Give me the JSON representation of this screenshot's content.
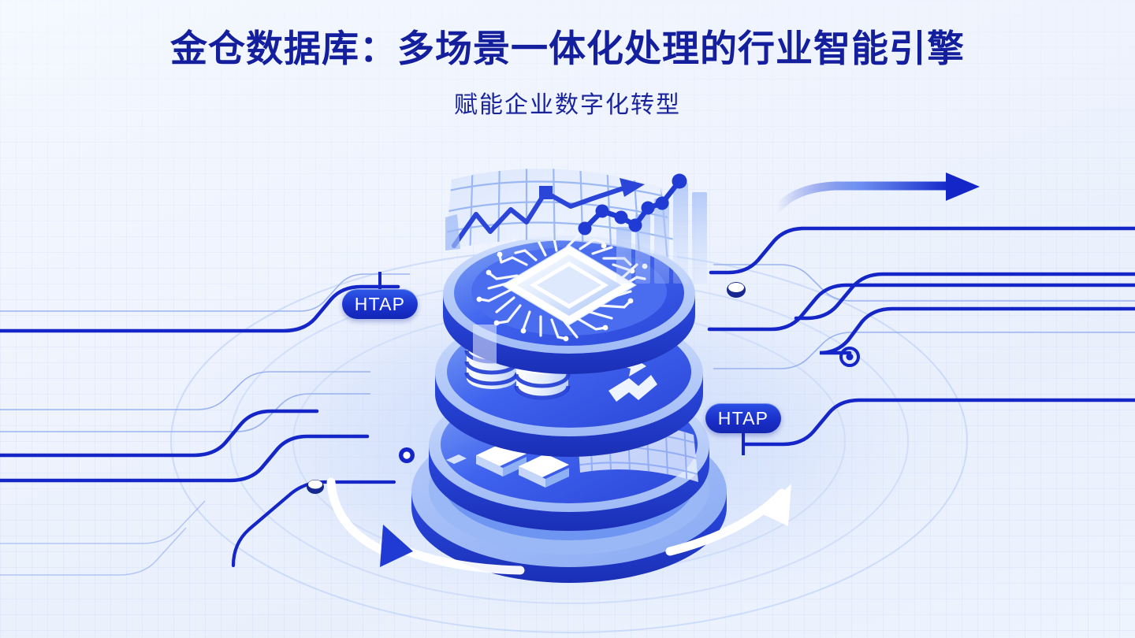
{
  "page": {
    "title": "金仓数据库：多场景一体化处理的行业智能引擎",
    "subtitle": "赋能企业数字化转型",
    "background_color": "#eef3fc",
    "title_color": "#141f9e",
    "accent_color": "#1b32cf"
  },
  "badges": [
    {
      "label": "HTAP",
      "position": "left",
      "color": "#1b32cf"
    },
    {
      "label": "HTAP",
      "position": "right",
      "color": "#1a2fcb"
    }
  ],
  "illustration": {
    "name": "database-platform-3d",
    "description": "三层圆盘数据库平台",
    "layers": [
      {
        "name": "top-disc",
        "icon": "cpu-chip-icon"
      },
      {
        "name": "middle-disc",
        "icon": "database-cylinder-icon"
      },
      {
        "name": "bottom-disc",
        "icon": "data-grid-icon"
      },
      {
        "name": "base-platform",
        "icon": "concentric-rings"
      }
    ],
    "accents": [
      {
        "name": "analytics-panel-icon"
      },
      {
        "name": "line-chart-icon"
      },
      {
        "name": "bar-chart-icon"
      },
      {
        "name": "exchange-arrows-icon"
      },
      {
        "name": "cube-icon"
      },
      {
        "name": "orbit-arrow-icon"
      }
    ]
  },
  "decor": {
    "circuit_line_color": "#1426c8",
    "thin_line_color": "#8fa9ef",
    "arrow_color": "#1b32cf",
    "node_color": "#1426c8"
  }
}
